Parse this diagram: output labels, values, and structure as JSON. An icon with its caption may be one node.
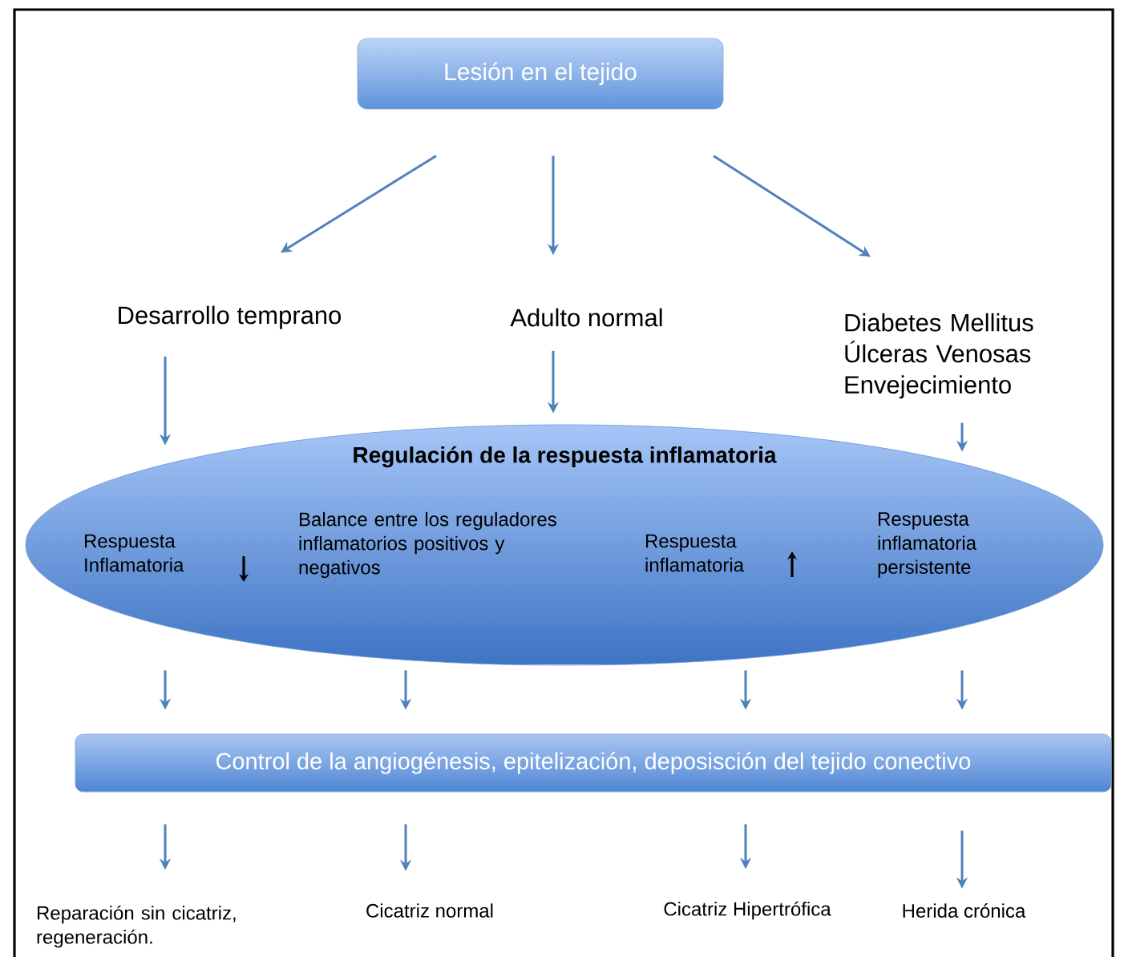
{
  "diagram": {
    "nodes": [
      {
        "text": [
          "Lesión en el tejido"
        ]
      },
      {
        "text": [
          "Desarrollo temprano"
        ]
      },
      {
        "text": [
          "Adulto normal"
        ]
      },
      {
        "text": [
          "Diabetes Mellitus Úlceras Venosas Envejecimiento"
        ]
      },
      {
        "text": [
          "Regulación de la respuesta inflamatoria"
        ]
      },
      {
        "text": [
          "Respuesta Inflamatoria"
        ],
        "in": 4
      },
      {
        "text": [
          "Balance entre los reguladores inflamatorios positivos y negativos"
        ],
        "in": 4
      },
      {
        "text": [
          "Respuesta inflamatoria"
        ],
        "in": 4
      },
      {
        "text": [
          "Respuesta inflamatoria persistente"
        ],
        "in": 4
      },
      {
        "text": [
          "Control de la angiogénesis, epitelización, deposisción del tejido conectivo"
        ]
      },
      {
        "text": [
          "Reparación sin cicatriz, regeneración."
        ]
      },
      {
        "text": [
          "Cicatriz normal"
        ]
      },
      {
        "text": [
          "Cicatriz Hipertrófica"
        ]
      },
      {
        "text": [
          "Herida crónica"
        ]
      }
    ],
    "edges": [
      {
        "from": 0,
        "to": 1,
        "arrow": "to"
      },
      {
        "from": 0,
        "to": 2,
        "arrow": "to"
      },
      {
        "from": 0,
        "to": 3,
        "arrow": "to"
      },
      {
        "from": 1,
        "to": 4,
        "arrow": "to"
      },
      {
        "from": 2,
        "to": 4,
        "arrow": "to"
      },
      {
        "from": 3,
        "to": 4,
        "arrow": "to"
      },
      {
        "from": 4,
        "to": 9,
        "arrow": "to"
      },
      {
        "from": 4,
        "to": 9,
        "arrow": "to"
      },
      {
        "from": 4,
        "to": 9,
        "arrow": "to"
      },
      {
        "from": 4,
        "to": 9,
        "arrow": "to"
      },
      {
        "from": 9,
        "to": 10,
        "arrow": "to"
      },
      {
        "from": 9,
        "to": 11,
        "arrow": "to"
      },
      {
        "from": 9,
        "to": 12,
        "arrow": "to"
      },
      {
        "from": 9,
        "to": 13,
        "arrow": "to"
      }
    ]
  }
}
